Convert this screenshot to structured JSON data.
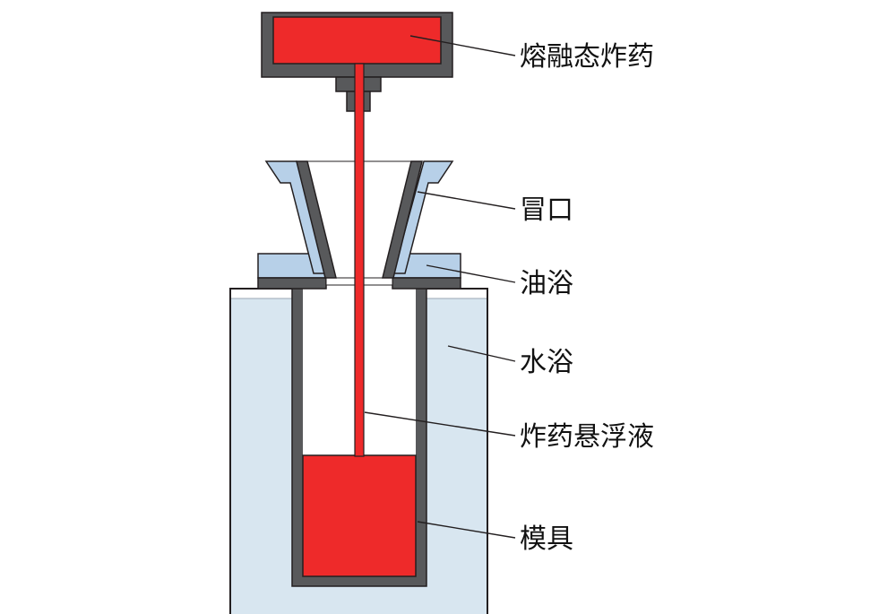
{
  "labels": {
    "molten_explosive": "熔融态炸药",
    "riser": "冒口",
    "oil_bath": "油浴",
    "water_bath": "水浴",
    "explosive_suspension": "炸药悬浮液",
    "mold": "模具"
  },
  "colors": {
    "explosive_red": "#EE2A2A",
    "wall_gray": "#58595B",
    "water_blue": "#D8E6F0",
    "oil_blue": "#B7D0E8",
    "outline": "#231F20"
  }
}
